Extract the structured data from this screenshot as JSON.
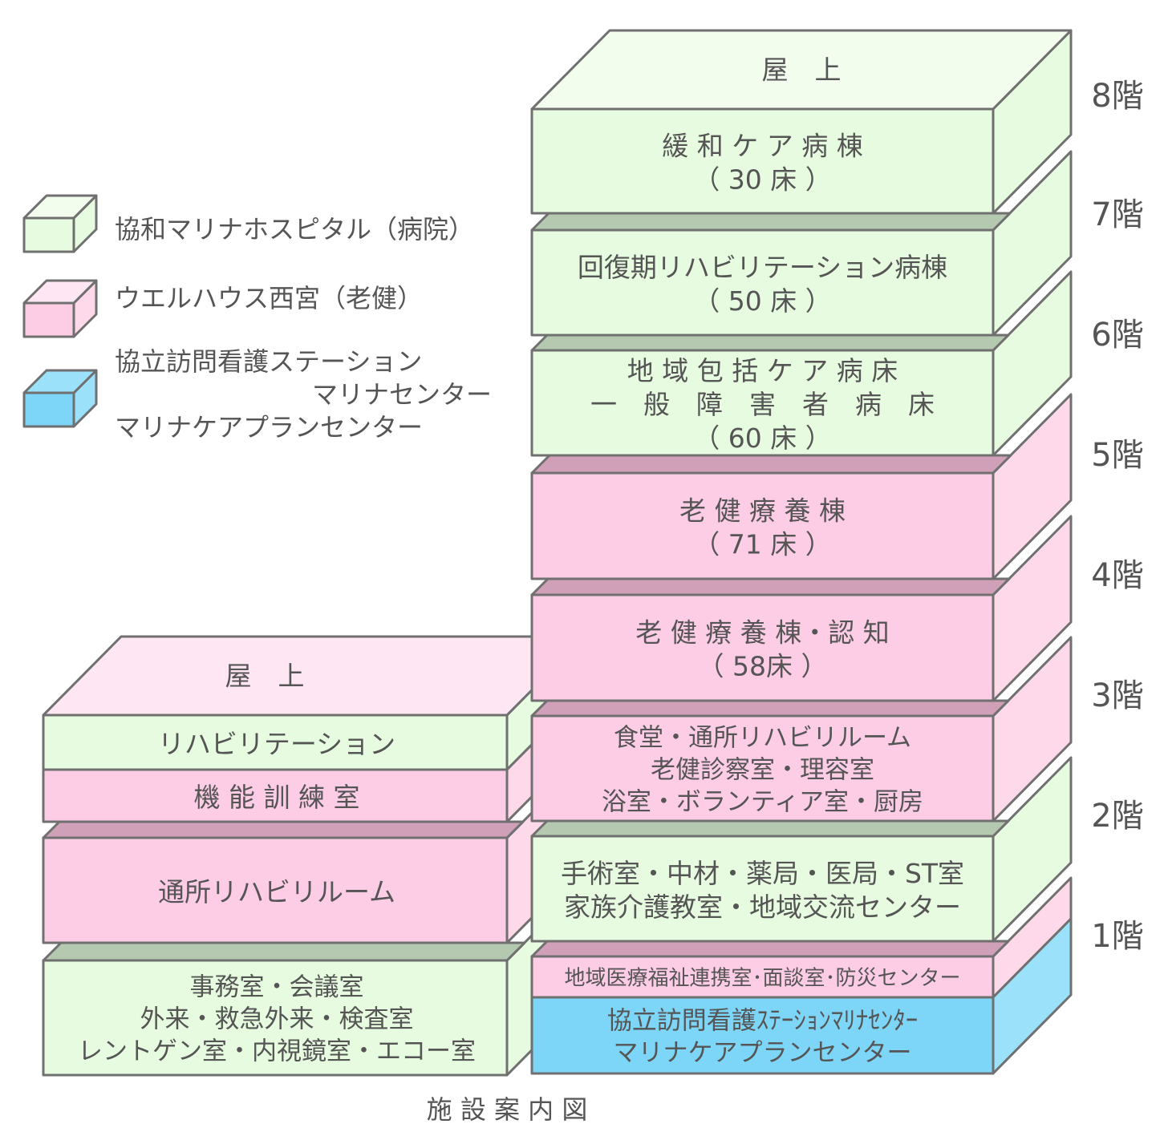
{
  "colors": {
    "hospital_front": "#e6fbe0",
    "hospital_top": "#f2fdee",
    "hospital_side": "#e6fbe0",
    "hospital_dark": "#b5c9b0",
    "rouken_front": "#fdcde6",
    "rouken_top": "#fee7f2",
    "rouken_side": "#fdd9ea",
    "rouken_dark": "#cfa0b7",
    "visit_front": "#7dd6f7",
    "visit_side": "#9ae1f9",
    "outline": "#707070",
    "text": "#555555"
  },
  "legend": [
    {
      "kind": "hospital",
      "lines": [
        "協和マリナホスピタル（病院）"
      ]
    },
    {
      "kind": "rouken",
      "lines": [
        "ウエルハウス西宮（老健）"
      ]
    },
    {
      "kind": "visit",
      "lines": [
        "協立訪問看護ステーション",
        "マリナセンター",
        "マリナケアプランセンター"
      ]
    }
  ],
  "floor_labels": [
    "8階",
    "7階",
    "6階",
    "5階",
    "4階",
    "3階",
    "2階",
    "1階"
  ],
  "main_building": {
    "roof": "屋　上",
    "floors": [
      {
        "kind": "hospital",
        "lines": [
          "緩 和 ケ ア 病 棟",
          "（ 30 床 ）"
        ]
      },
      {
        "kind": "hospital",
        "lines": [
          "回復期リハビリテーション病棟",
          "（ 50 床 ）"
        ]
      },
      {
        "kind": "hospital",
        "lines": [
          "地 域 包 括 ケ ア 病 床",
          "一　般　障　害　者　病　床",
          "（ 60 床 ）"
        ]
      },
      {
        "kind": "rouken",
        "lines": [
          "老 健 療 養 棟",
          "（ 71 床 ）"
        ]
      },
      {
        "kind": "rouken",
        "lines": [
          "老 健 療 養 棟・認 知",
          "（ 58床 ）"
        ]
      },
      {
        "kind": "rouken",
        "lines": [
          "食堂・通所リハビリルーム",
          "老健診察室・理容室",
          "浴室・ボランティア室・厨房"
        ]
      },
      {
        "kind": "hospital",
        "lines": [
          "手術室・中材・薬局・医局・ST室",
          "家族介護教室・地域交流センター"
        ]
      },
      {
        "kind": "rouken",
        "lines": [
          "地域医療福祉連携室･面談室･防災センター"
        ]
      },
      {
        "kind": "visit",
        "lines": [
          "協立訪問看護ｽﾃｰｼｮﾝﾏﾘﾅｾﾝﾀｰ",
          "マリナケアプランセンター"
        ]
      }
    ]
  },
  "annex_building": {
    "roof": "屋　上",
    "floors": [
      {
        "kind": "hospital",
        "lines": [
          "リハビリテーション"
        ]
      },
      {
        "kind": "rouken",
        "lines": [
          "機 能 訓 練 室"
        ]
      },
      {
        "kind": "rouken",
        "lines": [
          "通所リハビリルーム"
        ]
      },
      {
        "kind": "hospital",
        "lines": [
          "事務室・会議室",
          "外来・救急外来・検査室",
          "レントゲン室・内視鏡室・エコー室"
        ]
      }
    ]
  },
  "caption": "施 設 案 内 図"
}
